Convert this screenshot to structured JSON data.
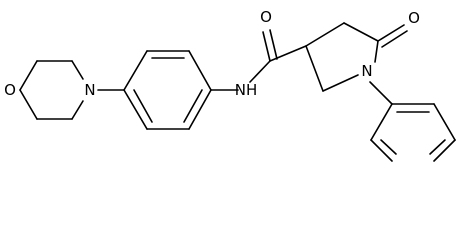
{
  "molecule": {
    "atoms": {
      "morpholine_oxygen": "O",
      "morpholine_nitrogen": "N",
      "amide_nh": "NH",
      "carbonyl_oxygen_amide": "O",
      "carbonyl_oxygen_lactam": "O",
      "lactam_nitrogen": "N"
    }
  }
}
